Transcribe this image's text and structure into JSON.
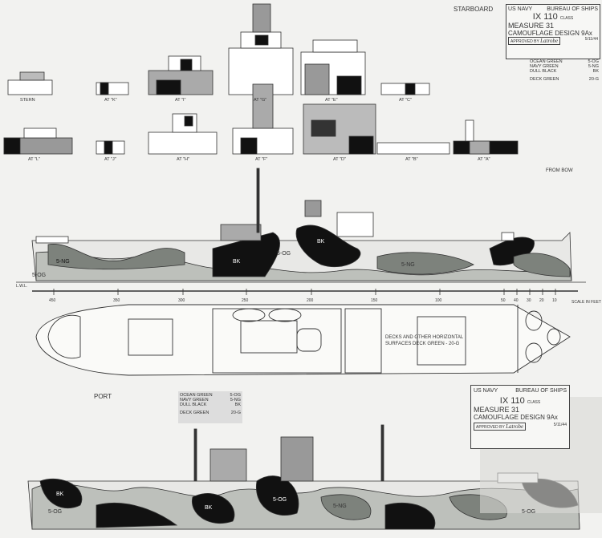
{
  "starboard_label": "STARBOARD",
  "port_label": "PORT",
  "from_bow_label": "FROM BOW",
  "title_block": {
    "agency_left": "US NAVY",
    "agency_right": "BUREAU OF SHIPS",
    "ship_class": "IX 110",
    "class_word": "CLASS",
    "measure": "MEASURE 31",
    "design": "CAMOUFLAGE DESIGN 9Ax",
    "approved": "APPROVED BY",
    "signature": "Latrobe",
    "date": "5/11/44"
  },
  "legend": [
    {
      "name": "OCEAN GREEN",
      "code": "5-OG",
      "color": "#b9bdb8"
    },
    {
      "name": "NAVY GREEN",
      "code": "5-NG",
      "color": "#7d827c"
    },
    {
      "name": "DULL BLACK",
      "code": "BK",
      "color": "#111111"
    }
  ],
  "deck_legend": {
    "name": "DECK GREEN",
    "code": "20-G"
  },
  "deck_note": [
    "DECKS AND OTHER HORIZONTAL",
    "SURFACES DECK GREEN - 20-G"
  ],
  "sections_top": [
    "STERN",
    "AT \"K\"",
    "AT \"I\"",
    "AT \"G\"",
    "AT \"E\"",
    "AT \"C\""
  ],
  "sections_second": [
    "AT \"L\"",
    "AT \"J\"",
    "AT \"H\"",
    "AT \"F\"",
    "AT \"D\"",
    "AT \"B\"",
    "AT \"A\""
  ],
  "station_marks": [
    "450",
    "350",
    "300",
    "250",
    "200",
    "150",
    "100",
    "50",
    "40",
    "30",
    "20",
    "10"
  ],
  "scale_label": "SCALE IN FEET",
  "waterline_label": "L.W.L.",
  "camo_labels": [
    "5-OG",
    "5-NG",
    "BK"
  ]
}
